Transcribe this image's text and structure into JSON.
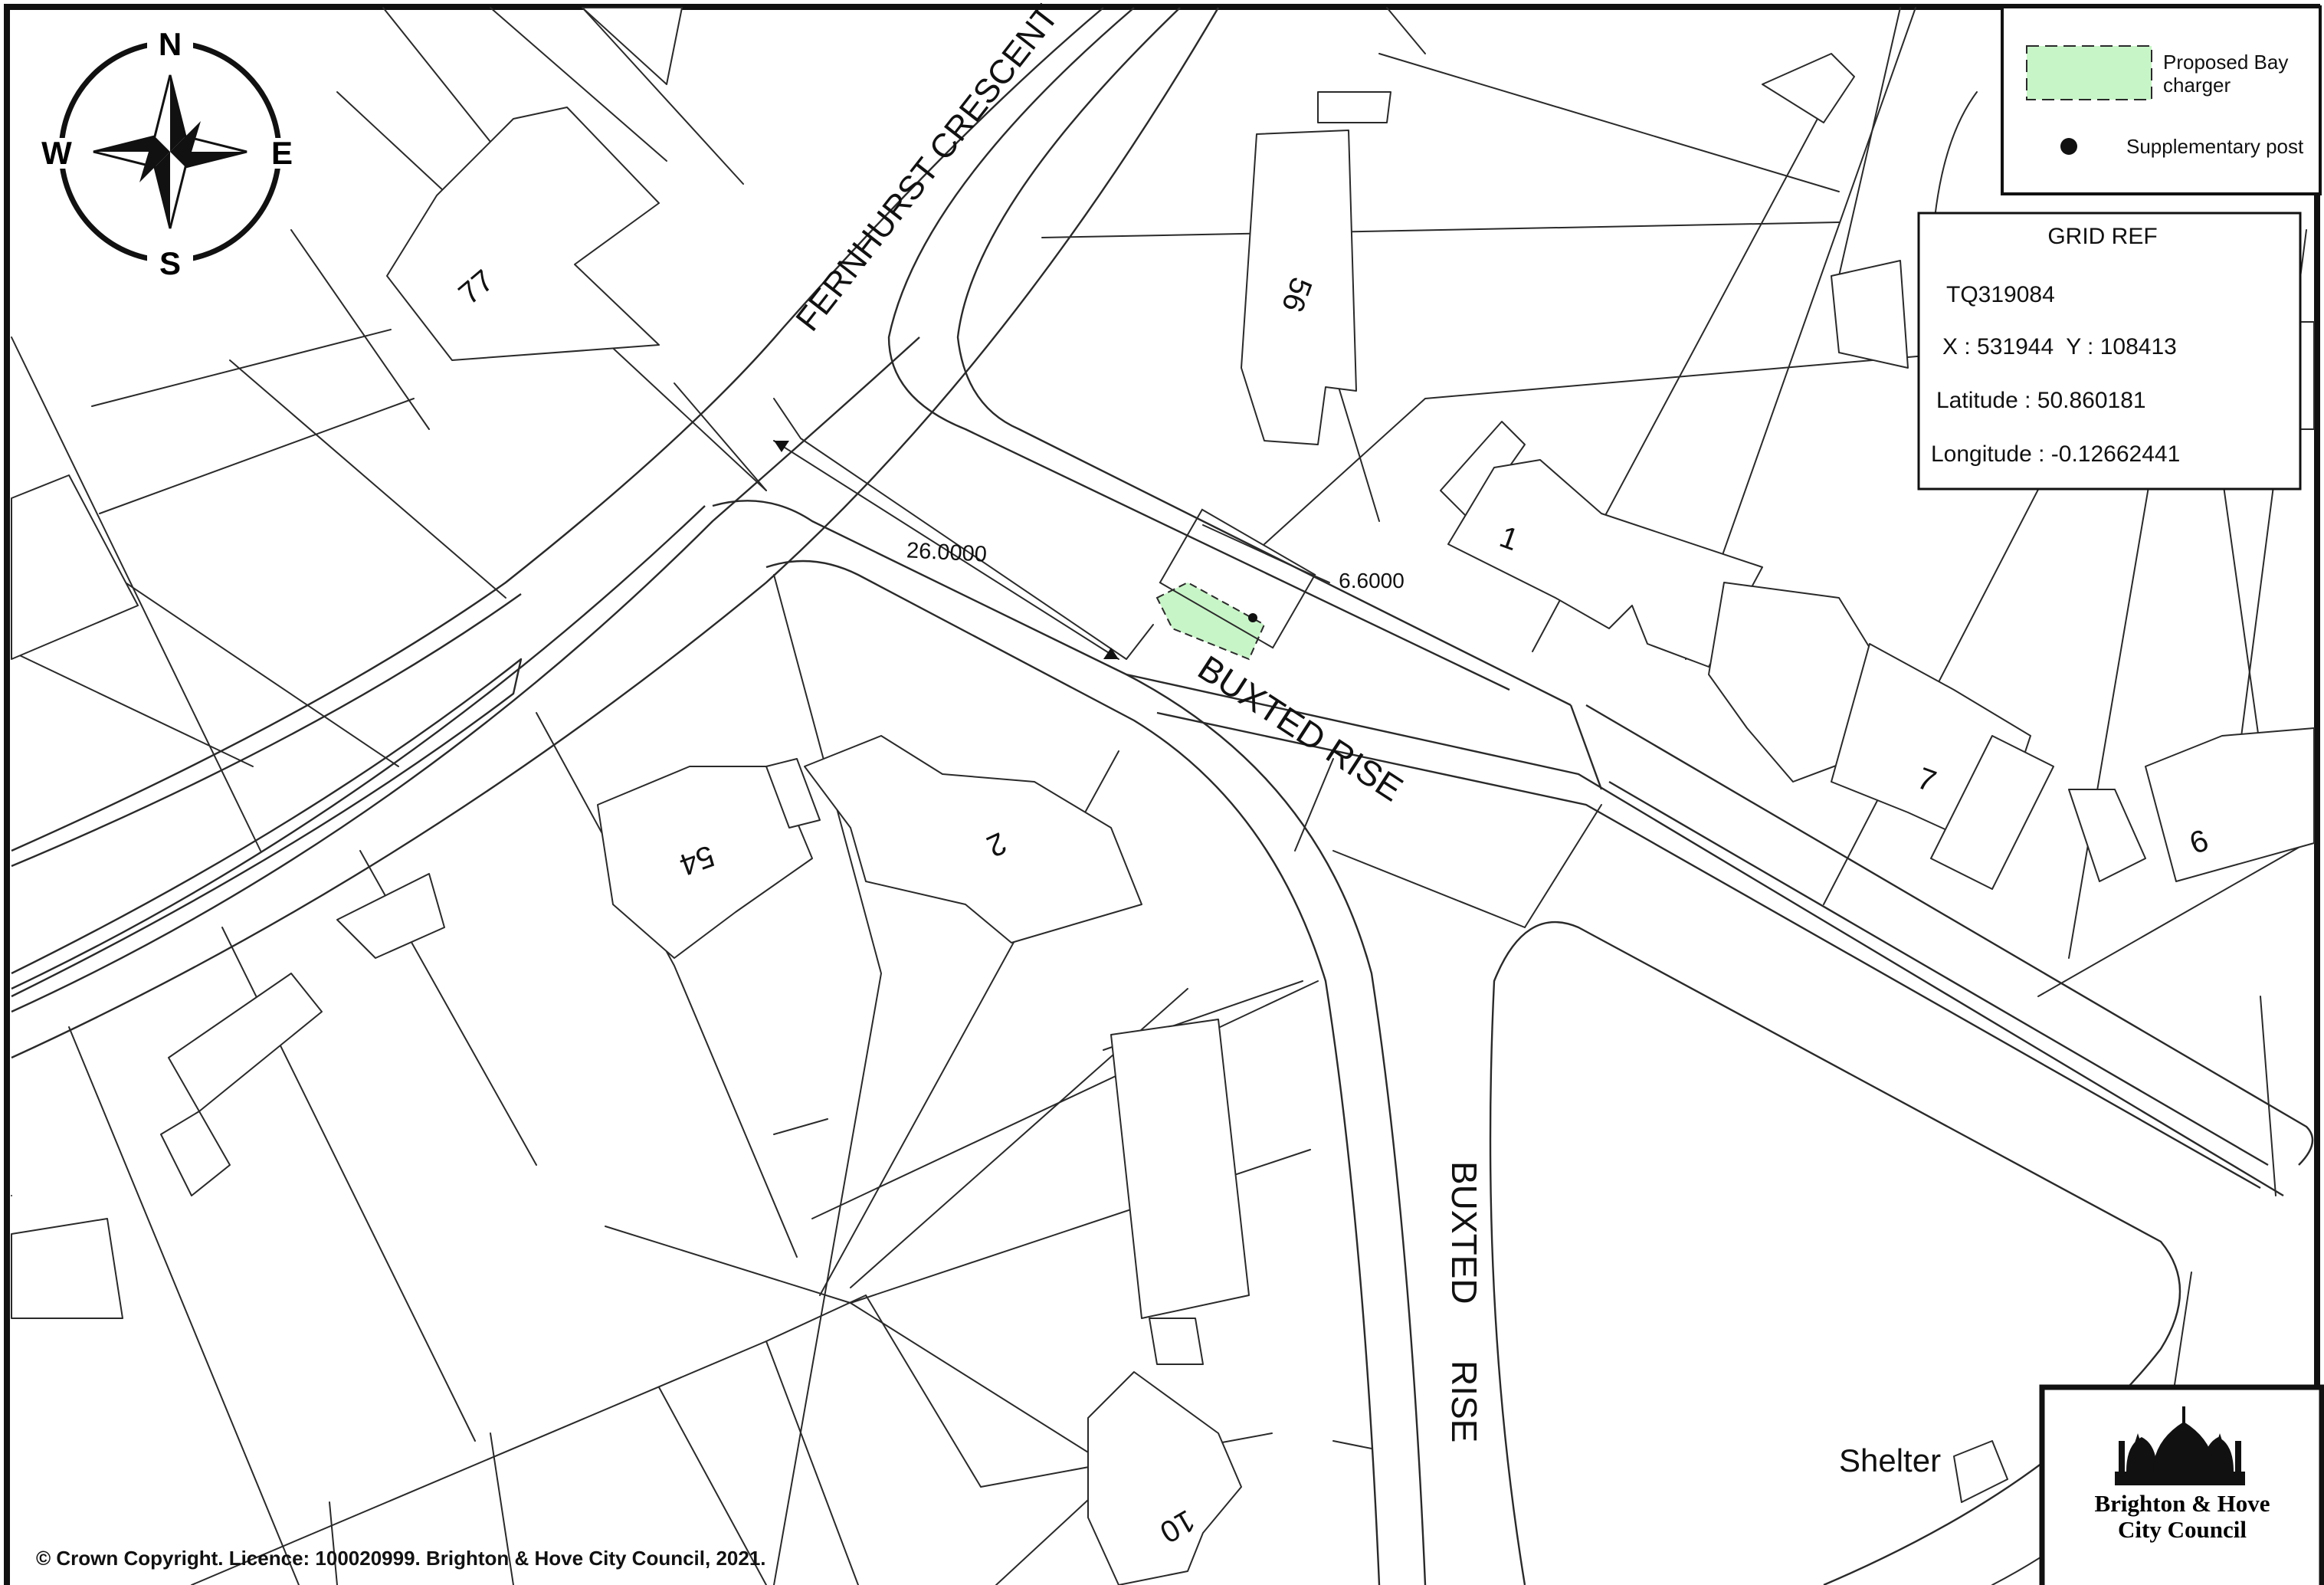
{
  "map": {
    "road_labels": {
      "fernhurst": "FERNHURST CRESCENT",
      "buxted_upper": "BUXTED RISE",
      "buxted_lower_a": "BUXTED",
      "buxted_lower_b": "RISE"
    },
    "house_numbers": {
      "h77": "77",
      "h56": "56",
      "h1": "1",
      "h7": "7",
      "h9": "9",
      "h54": "54",
      "h2": "2",
      "h10": "10"
    },
    "other_labels": {
      "shelter": "Shelter"
    },
    "dimensions": {
      "length": "26.0000",
      "width": "6.6000"
    },
    "compass": {
      "n": "N",
      "s": "S",
      "e": "E",
      "w": "W",
      "icon": "compass-rose-icon"
    },
    "colors": {
      "proposed_bay": "#c8f5c8",
      "lines": "#2a2a2a"
    }
  },
  "legend": {
    "proposed_bay_label_1": "Proposed Bay",
    "proposed_bay_label_2": "charger",
    "supplementary_post_label": "Supplementary post"
  },
  "grid_ref": {
    "title": "GRID REF",
    "tq": "TQ319084",
    "xy": "X : 531944  Y : 108413",
    "latitude": "Latitude : 50.860181",
    "longitude": "Longitude : -0.12662441"
  },
  "footer": {
    "copyright": "© Crown Copyright. Licence: 100020999. Brighton & Hove City Council, 2021."
  },
  "logo": {
    "line1": "Brighton & Hove",
    "line2": "City Council"
  }
}
